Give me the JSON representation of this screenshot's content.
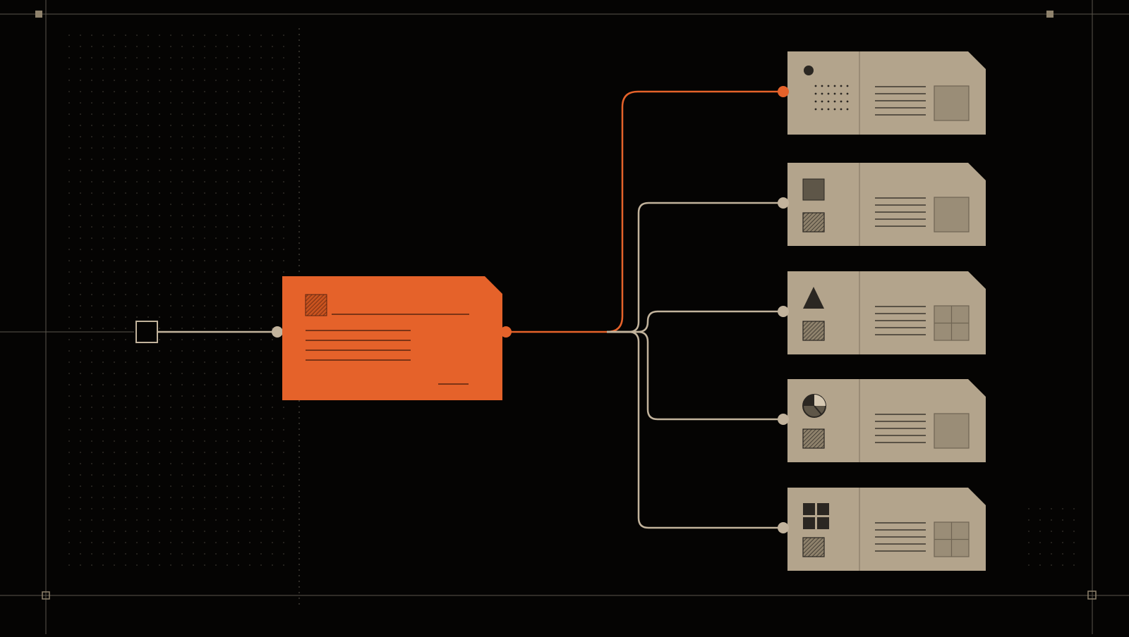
{
  "colors": {
    "background": "#050403",
    "grid_line": "#5b564c",
    "dot_grid": "#3a362f",
    "accent_orange": "#e5622a",
    "card_tan": "#b3a48c",
    "connector_tan": "#c2b39c",
    "ink": "#2b2722"
  },
  "diagram": {
    "source_card": {
      "role": "source",
      "color": "accent_orange",
      "text_lines": 4
    },
    "target_cards": [
      {
        "icon": "dot-matrix-icon",
        "thumbnail": "solid-square",
        "active": true
      },
      {
        "icon": "square-icon",
        "thumbnail": "solid-square",
        "active": false
      },
      {
        "icon": "triangle-icon",
        "thumbnail": "quad-grid",
        "active": false
      },
      {
        "icon": "pie-chart-icon",
        "thumbnail": "solid-square",
        "active": false
      },
      {
        "icon": "grid-icon",
        "thumbnail": "quad-grid",
        "active": false
      }
    ],
    "active_connection": {
      "from": "source",
      "to": 0
    }
  }
}
